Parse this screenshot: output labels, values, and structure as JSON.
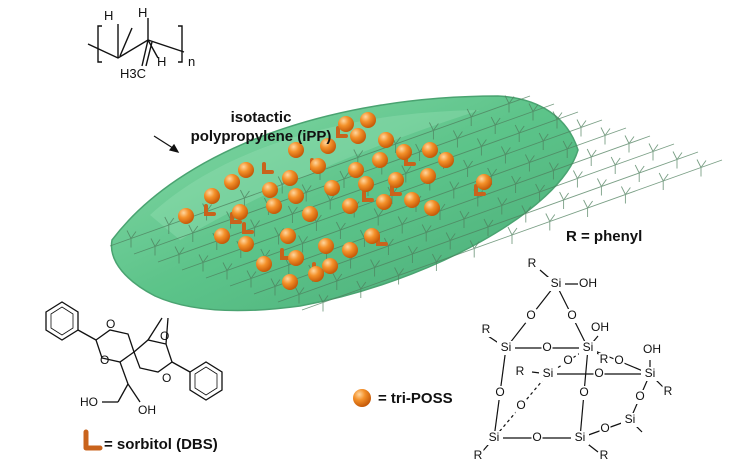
{
  "ipp": {
    "label_line1": "isotactic",
    "label_line2": "polypropylene (iPP)",
    "atoms": {
      "h1": "H",
      "h2": "H",
      "h3": "H",
      "ch3": "H3C",
      "n": "n"
    }
  },
  "legend": {
    "r_definition": "R  = phenyl",
    "poss_label": "= tri-POSS",
    "dbs_label": "= sorbitol (DBS)"
  },
  "dbs": {
    "oh1": "HO",
    "oh2": "OH",
    "o": "O"
  },
  "poss": {
    "si": "Si",
    "o": "O",
    "r": "R",
    "oh": "OH"
  },
  "colors": {
    "sheet": "#52c183",
    "sheet_edge": "#3b9c65",
    "lattice": "#6c9a7a",
    "sphere": "#f28a1e",
    "sorbitol": "#c9631c"
  }
}
